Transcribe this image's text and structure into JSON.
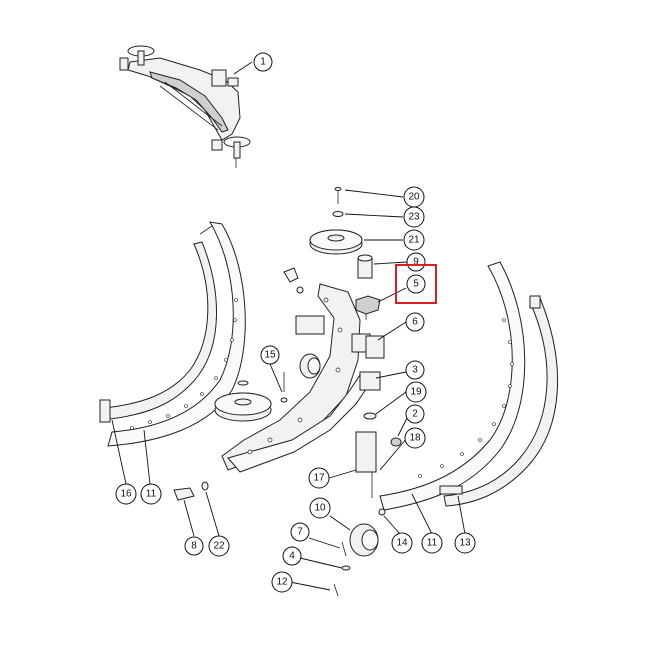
{
  "diagram": {
    "callouts": [
      {
        "id": "c1",
        "label": "1"
      },
      {
        "id": "c20",
        "label": "20"
      },
      {
        "id": "c23",
        "label": "23"
      },
      {
        "id": "c21",
        "label": "21"
      },
      {
        "id": "c9",
        "label": "9"
      },
      {
        "id": "c5",
        "label": "5"
      },
      {
        "id": "c6",
        "label": "6"
      },
      {
        "id": "c15",
        "label": "15"
      },
      {
        "id": "c3",
        "label": "3"
      },
      {
        "id": "c19",
        "label": "19"
      },
      {
        "id": "c2",
        "label": "2"
      },
      {
        "id": "c18",
        "label": "18"
      },
      {
        "id": "c17",
        "label": "17"
      },
      {
        "id": "c16",
        "label": "16"
      },
      {
        "id": "c11a",
        "label": "11"
      },
      {
        "id": "c8",
        "label": "8"
      },
      {
        "id": "c22",
        "label": "22"
      },
      {
        "id": "c10",
        "label": "10"
      },
      {
        "id": "c14",
        "label": "14"
      },
      {
        "id": "c11b",
        "label": "11"
      },
      {
        "id": "c13",
        "label": "13"
      },
      {
        "id": "c7",
        "label": "7"
      },
      {
        "id": "c4",
        "label": "4"
      },
      {
        "id": "c12",
        "label": "12"
      }
    ],
    "highlighted_part": "5",
    "highlight_color": "#d81f26"
  }
}
